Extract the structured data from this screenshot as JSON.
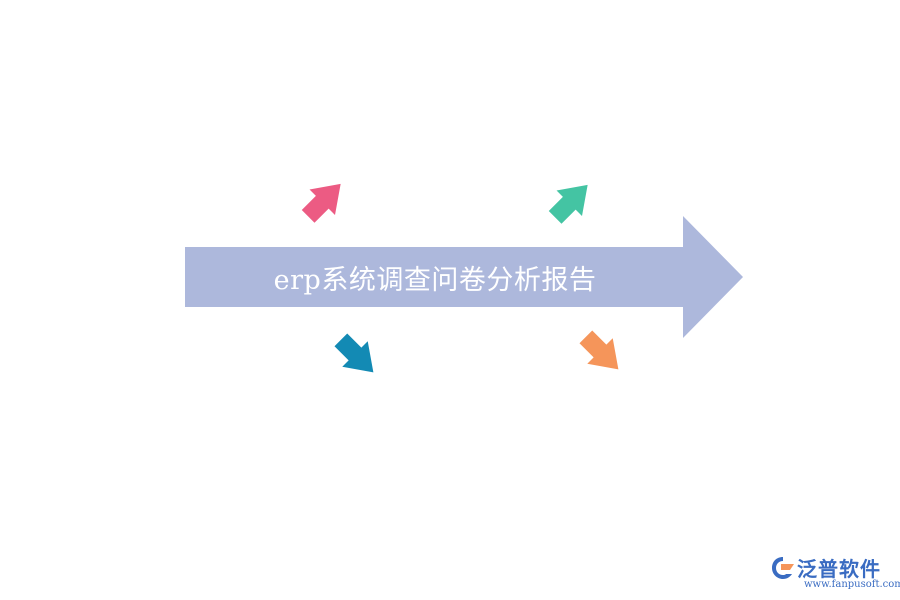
{
  "diagram": {
    "title": "erp系统调查问卷分析报告",
    "colors": {
      "main_arrow": "#adb8dc",
      "pink": "#ec5b83",
      "green": "#44c4a3",
      "blue": "#138ab4",
      "orange": "#f5955a"
    }
  },
  "watermark": {
    "name": "泛普软件",
    "url": "www.fanpusoft.com",
    "color": "#3a6cc2"
  }
}
